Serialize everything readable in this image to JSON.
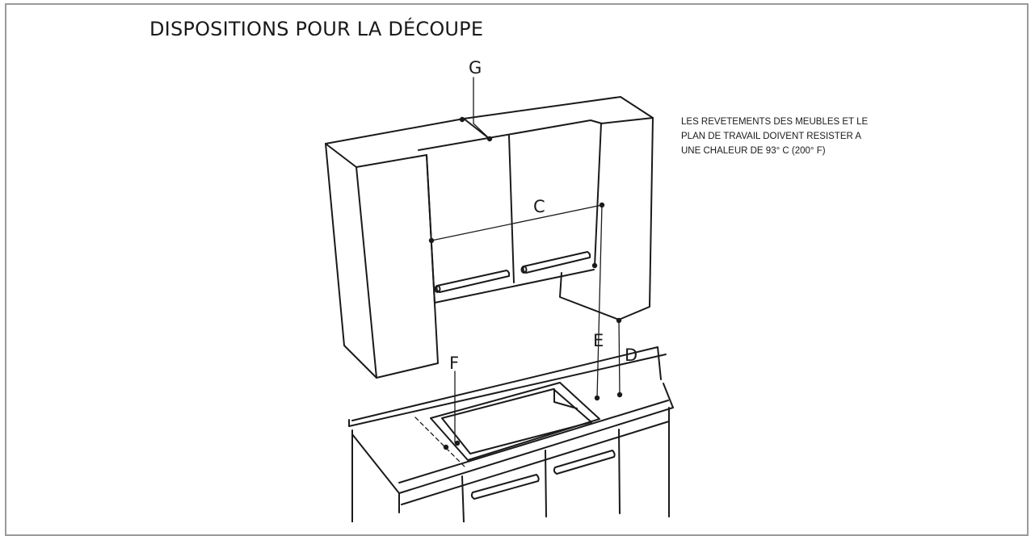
{
  "title": "DISPOSITIONS POUR LA DÉCOUPE",
  "note": {
    "lines": [
      "LES REVETEMENTS DES MEUBLES ET LE",
      "PLAN DE TRAVAIL DOIVENT RESISTER A",
      "UNE CHALEUR DE 93° C (200° F)"
    ]
  },
  "labels": {
    "g": "G",
    "c": "C",
    "e": "E",
    "d": "D",
    "f": "F"
  }
}
